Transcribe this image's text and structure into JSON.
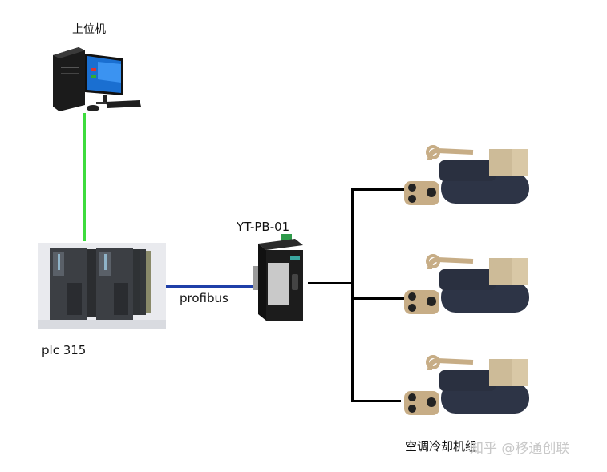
{
  "diagram": {
    "nodes": {
      "host_pc": {
        "label": "上位机",
        "icon": "desktop-computer-icon"
      },
      "plc": {
        "label": "plc 315",
        "icon": "plc-rack-icon"
      },
      "gateway": {
        "label": "YT-PB-01",
        "icon": "gateway-device-icon"
      },
      "chillers": {
        "label": "空调冷却机组",
        "count": 3,
        "icon": "chiller-unit-icon"
      }
    },
    "links": [
      {
        "from": "host_pc",
        "to": "plc",
        "label": "",
        "color": "#3ddc3d"
      },
      {
        "from": "plc",
        "to": "gateway",
        "label": "profibus",
        "color": "#1f3fa8"
      },
      {
        "from": "gateway",
        "to": "chillers",
        "label": "",
        "color": "#000000"
      }
    ],
    "watermark": "知乎 @移通创联"
  }
}
